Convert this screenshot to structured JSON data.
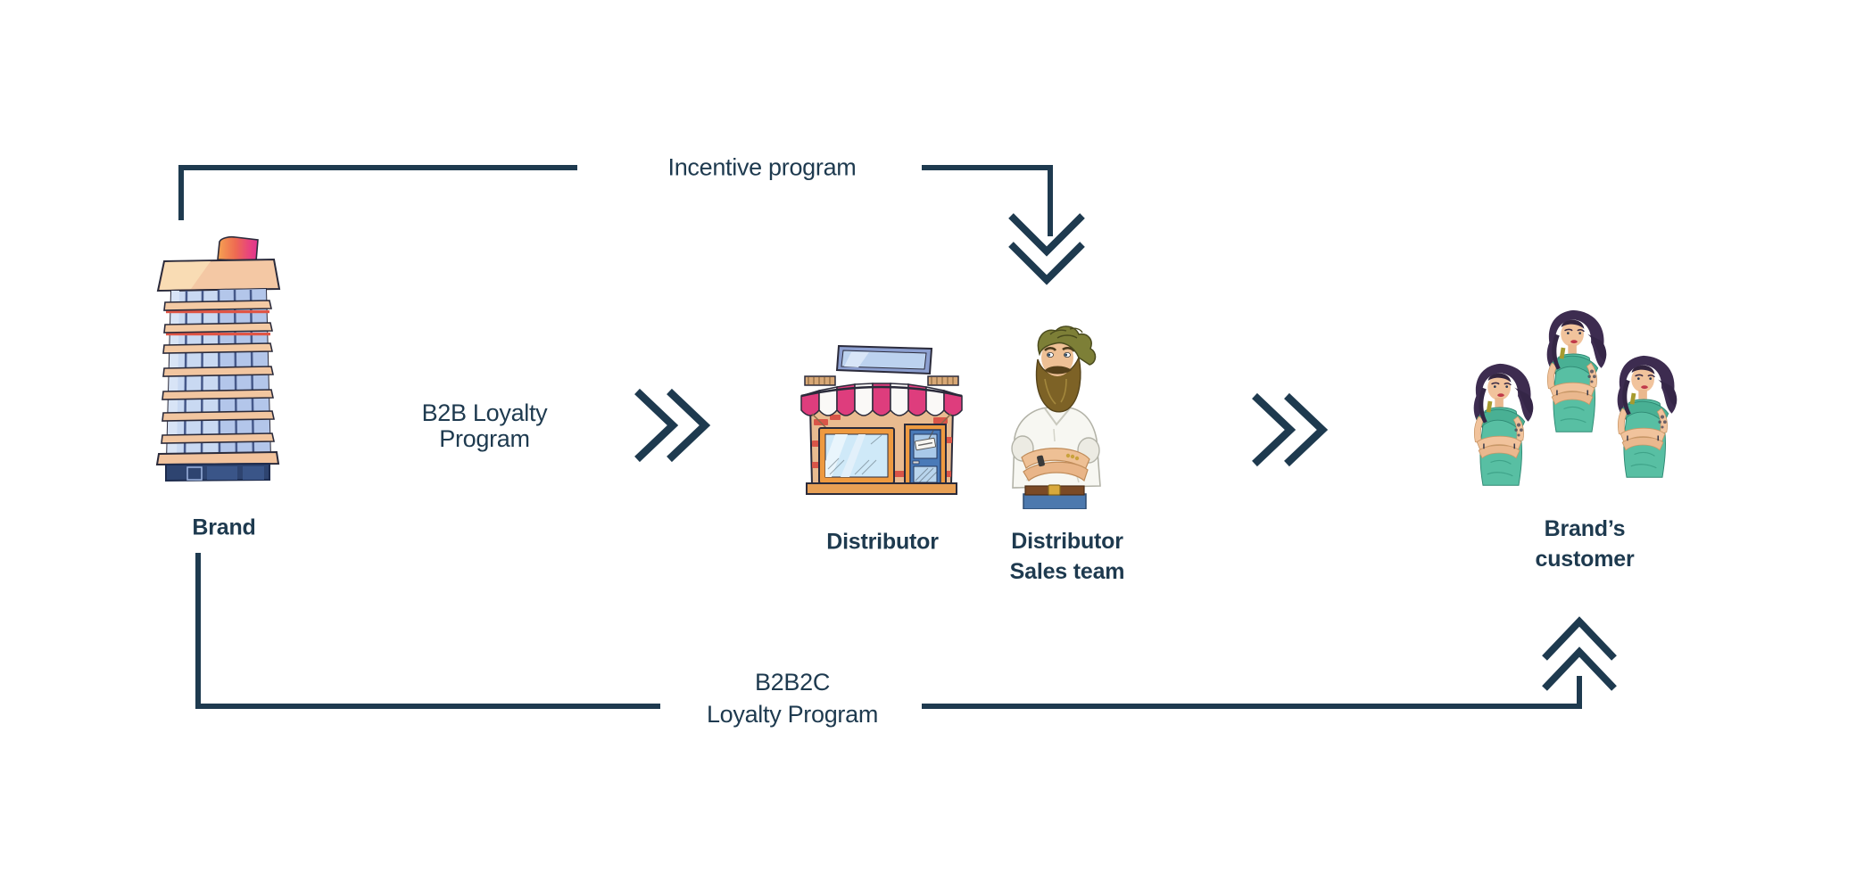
{
  "diagram": {
    "colors": {
      "ink": "#1e3a4f",
      "background": "#ffffff",
      "awning_pink": "#de3d7d",
      "dress_teal": "#58bfa3",
      "brick_tan": "#e9bb90",
      "building_blue": "#c9d9f2",
      "roof_peach": "#f4c8a4"
    },
    "nodes": {
      "brand": {
        "label": "Brand",
        "icon": "office-building-icon"
      },
      "distributor": {
        "label": "Distributor",
        "icon": "storefront-icon"
      },
      "sales_team": {
        "label_line1": "Distributor",
        "label_line2": "Sales team",
        "icon": "salesman-icon"
      },
      "customer": {
        "label_line1": "Brand’s",
        "label_line2": "customer",
        "icon": "women-customers-icon",
        "figure_count": 3
      }
    },
    "edges": {
      "incentive": {
        "label": "Incentive program",
        "from": "Brand",
        "to": "Distributor Sales team",
        "arrow": "double-chevron-down"
      },
      "b2b": {
        "label_line1": "B2B Loyalty",
        "label_line2": "Program",
        "from": "Brand",
        "to": "Distributor",
        "arrow": "double-chevron-right"
      },
      "distribution": {
        "label": "",
        "from": "Distributor",
        "to": "Brand’s customer",
        "arrow": "double-chevron-right"
      },
      "b2b2c": {
        "label_line1": "B2B2C",
        "label_line2": "Loyalty Program",
        "from": "Brand",
        "to": "Brand’s customer",
        "arrow": "double-chevron-up"
      }
    }
  }
}
